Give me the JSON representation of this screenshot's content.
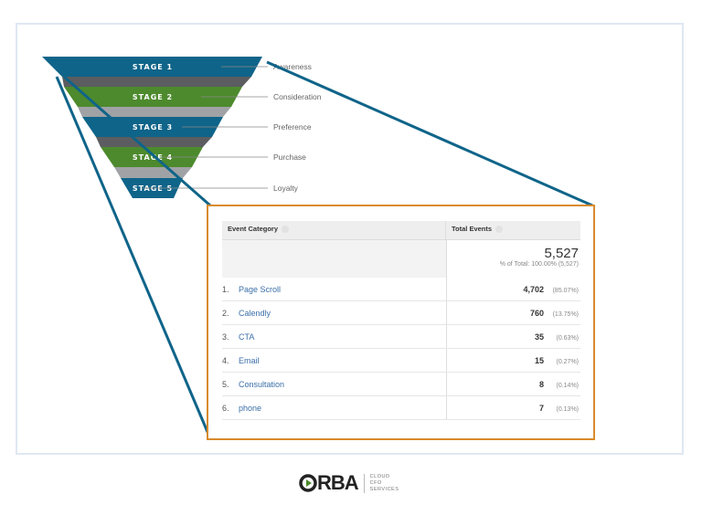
{
  "funnel": {
    "stages": [
      {
        "label": "STAGE 1",
        "name": "Awareness",
        "color": "#0f6489"
      },
      {
        "label": "STAGE 2",
        "name": "Consideration",
        "color": "#4d8a2d"
      },
      {
        "label": "STAGE 3",
        "name": "Preference",
        "color": "#0f6489"
      },
      {
        "label": "STAGE 4",
        "name": "Purchase",
        "color": "#4d8a2d"
      },
      {
        "label": "STAGE 5",
        "name": "Loyalty",
        "color": "#0f6489"
      }
    ]
  },
  "table": {
    "col1": "Event Category",
    "col2": "Total Events",
    "total": "5,527",
    "total_sub": "% of Total: 100.00% (5,527)",
    "rows": [
      {
        "n": "1.",
        "name": "Page Scroll",
        "value": "4,702",
        "pct": "(85.07%)"
      },
      {
        "n": "2.",
        "name": "Calendly",
        "value": "760",
        "pct": "(13.75%)"
      },
      {
        "n": "3.",
        "name": "CTA",
        "value": "35",
        "pct": "(0.63%)"
      },
      {
        "n": "4.",
        "name": "Email",
        "value": "15",
        "pct": "(0.27%)"
      },
      {
        "n": "5.",
        "name": "Consultation",
        "value": "8",
        "pct": "(0.14%)"
      },
      {
        "n": "6.",
        "name": "phone",
        "value": "7",
        "pct": "(0.13%)"
      }
    ]
  },
  "logo": {
    "text": "ORBA",
    "tag": [
      "CLOUD",
      "CFO",
      "SERVICES"
    ]
  },
  "colors": {
    "accent_orange": "#d98a2b",
    "teal": "#0f6489",
    "green": "#4d8a2d",
    "link": "#3b6fa8"
  }
}
